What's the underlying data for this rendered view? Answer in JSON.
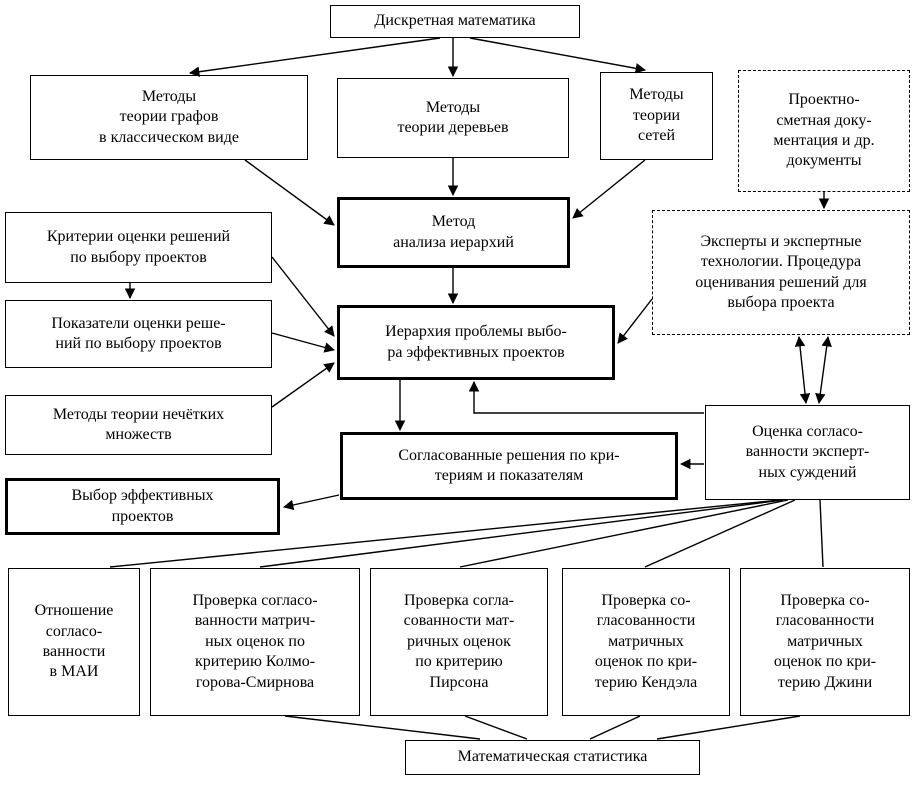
{
  "nodes": {
    "discrete_math": "Дискретная математика",
    "graph_methods": "Методы\nтеории графов\nв классическом виде",
    "tree_methods": "Методы\nтеории деревьев",
    "network_methods": "Методы\nтеории\nсетей",
    "project_docs": "Проектно-\nсметная доку-\nментация и др.\nдокументы",
    "hierarchy_method": "Метод\nанализа иерархий",
    "criteria": "Критерии оценки решений\nпо выбору проектов",
    "experts": "Эксперты и экспертные\nтехнологии. Процедура\nоценивания решений для\nвыбора проекта",
    "indicators": "Показатели оценки реше-\nний по выбору проектов",
    "hierarchy_problem": "Иерархия проблемы выбо-\nра эффективных проектов",
    "fuzzy_sets": "Методы теории нечётких\nмножеств",
    "consistency_eval": "Оценка согласо-\nванности эксперт-\nных суждений",
    "agreed_solutions": "Согласованные решения по кри-\nтериям и показателям",
    "project_choice": "Выбор эффективных\nпроектов",
    "mai_ratio": "Отношение\nсогласо-\nванности\nв МАИ",
    "kolmogorov_check": "Проверка согласо-\nванности матрич-\nных оценок по\nкритерию Колмо-\nгорова-Смирнова",
    "pearson_check": "Проверка согла-\nсованности мат-\nричных оценок\nпо критерию\nПирсона",
    "kendall_check": "Проверка со-\nгласованности\nматричных\nоценок по кри-\nтерию Кендэла",
    "gini_check": "Проверка со-\nгласованности\nматричных\nоценок по кри-\nтерию Джини",
    "math_statistics": "Математическая статистика"
  },
  "edges": [
    {
      "from": "discrete_math",
      "to": "graph_methods",
      "style": "arrow"
    },
    {
      "from": "discrete_math",
      "to": "tree_methods",
      "style": "arrow"
    },
    {
      "from": "discrete_math",
      "to": "network_methods",
      "style": "arrow"
    },
    {
      "from": "graph_methods",
      "to": "hierarchy_method",
      "style": "arrow"
    },
    {
      "from": "tree_methods",
      "to": "hierarchy_method",
      "style": "arrow"
    },
    {
      "from": "network_methods",
      "to": "hierarchy_method",
      "style": "arrow"
    },
    {
      "from": "hierarchy_method",
      "to": "hierarchy_problem",
      "style": "arrow"
    },
    {
      "from": "criteria",
      "to": "indicators",
      "style": "arrow"
    },
    {
      "from": "criteria",
      "to": "hierarchy_problem",
      "style": "arrow"
    },
    {
      "from": "indicators",
      "to": "hierarchy_problem",
      "style": "arrow"
    },
    {
      "from": "fuzzy_sets",
      "to": "hierarchy_problem",
      "style": "arrow"
    },
    {
      "from": "project_docs",
      "to": "experts",
      "style": "arrow"
    },
    {
      "from": "experts",
      "to": "hierarchy_problem",
      "style": "arrow"
    },
    {
      "from": "experts",
      "to": "consistency_eval",
      "style": "double-arrow"
    },
    {
      "from": "experts",
      "to": "consistency_eval",
      "style": "double-arrow"
    },
    {
      "from": "hierarchy_problem",
      "to": "agreed_solutions",
      "style": "arrow"
    },
    {
      "from": "consistency_eval",
      "to": "hierarchy_problem",
      "style": "arrow"
    },
    {
      "from": "consistency_eval",
      "to": "agreed_solutions",
      "style": "arrow"
    },
    {
      "from": "agreed_solutions",
      "to": "project_choice",
      "style": "arrow"
    },
    {
      "from": "consistency_eval",
      "to": "mai_ratio",
      "style": "line"
    },
    {
      "from": "consistency_eval",
      "to": "kolmogorov_check",
      "style": "line"
    },
    {
      "from": "consistency_eval",
      "to": "pearson_check",
      "style": "line"
    },
    {
      "from": "consistency_eval",
      "to": "kendall_check",
      "style": "line"
    },
    {
      "from": "consistency_eval",
      "to": "gini_check",
      "style": "line"
    },
    {
      "from": "kolmogorov_check",
      "to": "math_statistics",
      "style": "line"
    },
    {
      "from": "pearson_check",
      "to": "math_statistics",
      "style": "line"
    },
    {
      "from": "kendall_check",
      "to": "math_statistics",
      "style": "line"
    },
    {
      "from": "gini_check",
      "to": "math_statistics",
      "style": "line"
    }
  ],
  "colors": {
    "line": "#000000",
    "background": "#ffffff",
    "text": "#000000"
  }
}
